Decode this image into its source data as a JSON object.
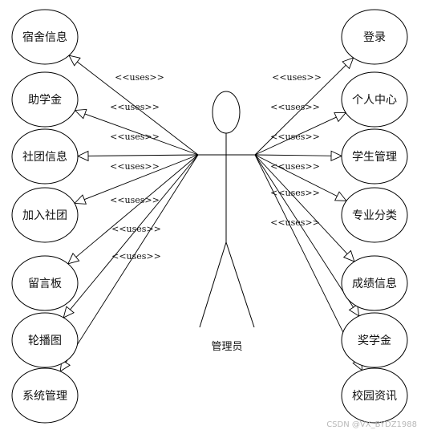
{
  "actor": {
    "name": "管理员"
  },
  "relation_label": "<<uses>>",
  "left_use_cases": [
    "宿舍信息",
    "助学金",
    "社团信息",
    "加入社团",
    "留言板",
    "轮播图",
    "系统管理"
  ],
  "right_use_cases": [
    "登录",
    "个人中心",
    "学生管理",
    "专业分类",
    "成绩信息",
    "奖学金",
    "校园资讯"
  ],
  "left_uses_count": 7,
  "right_uses_count": 6,
  "watermark": "CSDN @VX_BYDZ1988"
}
